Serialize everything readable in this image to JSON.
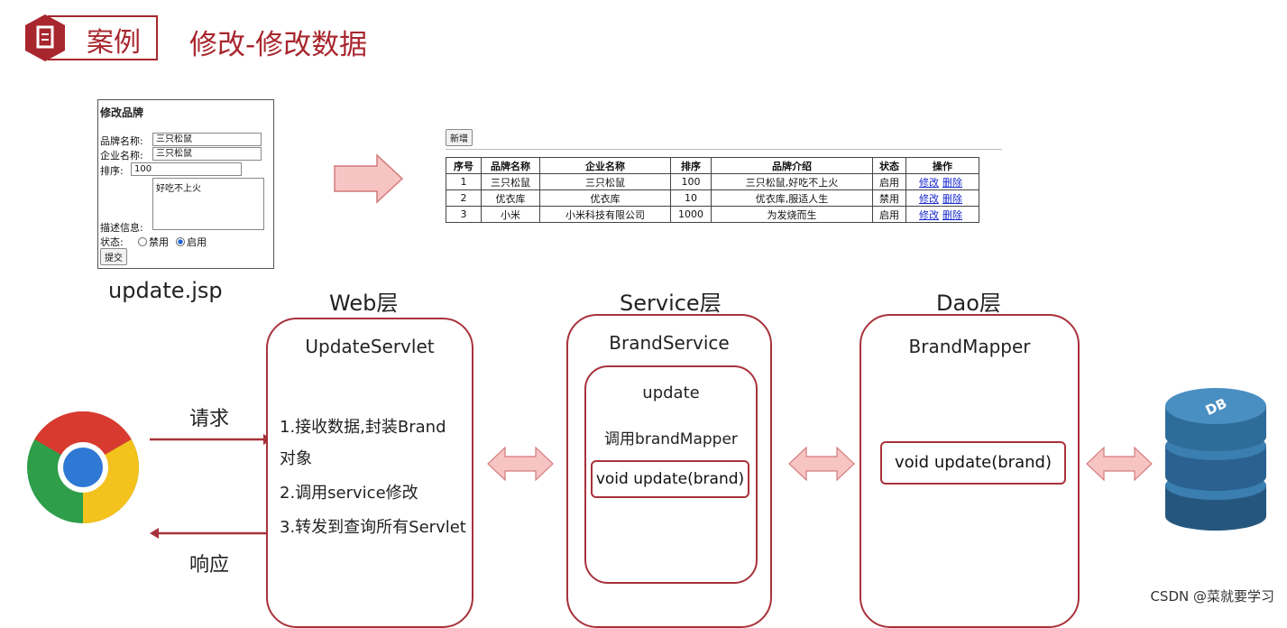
{
  "header": {
    "badge_label": "案例",
    "title": "修改-修改数据"
  },
  "form": {
    "title": "修改品牌",
    "brand_name_label": "品牌名称:",
    "brand_name_value": "三只松鼠",
    "company_label": "企业名称:",
    "company_value": "三只松鼠",
    "order_label": "排序:",
    "order_value": "100",
    "desc_value": "好吃不上火",
    "desc_label": "描述信息:",
    "status_label": "状态:",
    "status_options": [
      "禁用",
      "启用"
    ],
    "status_selected": "启用",
    "submit_label": "提交",
    "caption": "update.jsp"
  },
  "list_page": {
    "add_button": "新增",
    "columns": [
      "序号",
      "品牌名称",
      "企业名称",
      "排序",
      "品牌介绍",
      "状态",
      "操作"
    ],
    "rows": [
      [
        "1",
        "三只松鼠",
        "三只松鼠",
        "100",
        "三只松鼠,好吃不上火",
        "启用"
      ],
      [
        "2",
        "优衣库",
        "优衣库",
        "10",
        "优衣库,服适人生",
        "禁用"
      ],
      [
        "3",
        "小米",
        "小米科技有限公司",
        "1000",
        "为发烧而生",
        "启用"
      ]
    ],
    "edit_link": "修改",
    "delete_link": "删除"
  },
  "browser": {
    "request_label": "请求",
    "response_label": "响应"
  },
  "web_layer": {
    "title": "Web层",
    "box_title": "UpdateServlet",
    "step1a": "1.接收数据,封装Brand",
    "step1b": "对象",
    "step2": "2.调用service修改",
    "step3": "3.转发到查询所有Servlet"
  },
  "service_layer": {
    "title": "Service层",
    "box_title": "BrandService",
    "method_title": "update",
    "call_text": "调用brandMapper",
    "method_sig": "void update(brand)"
  },
  "dao_layer": {
    "title": "Dao层",
    "box_title": "BrandMapper",
    "method_sig": "void update(brand)"
  },
  "db": {
    "icon_label": "DB"
  },
  "watermark": "CSDN @菜就要学习",
  "colors": {
    "accent": "#a8262d",
    "arrow_fill": "#f7c4c4",
    "db_blue": "#2e6c99"
  }
}
